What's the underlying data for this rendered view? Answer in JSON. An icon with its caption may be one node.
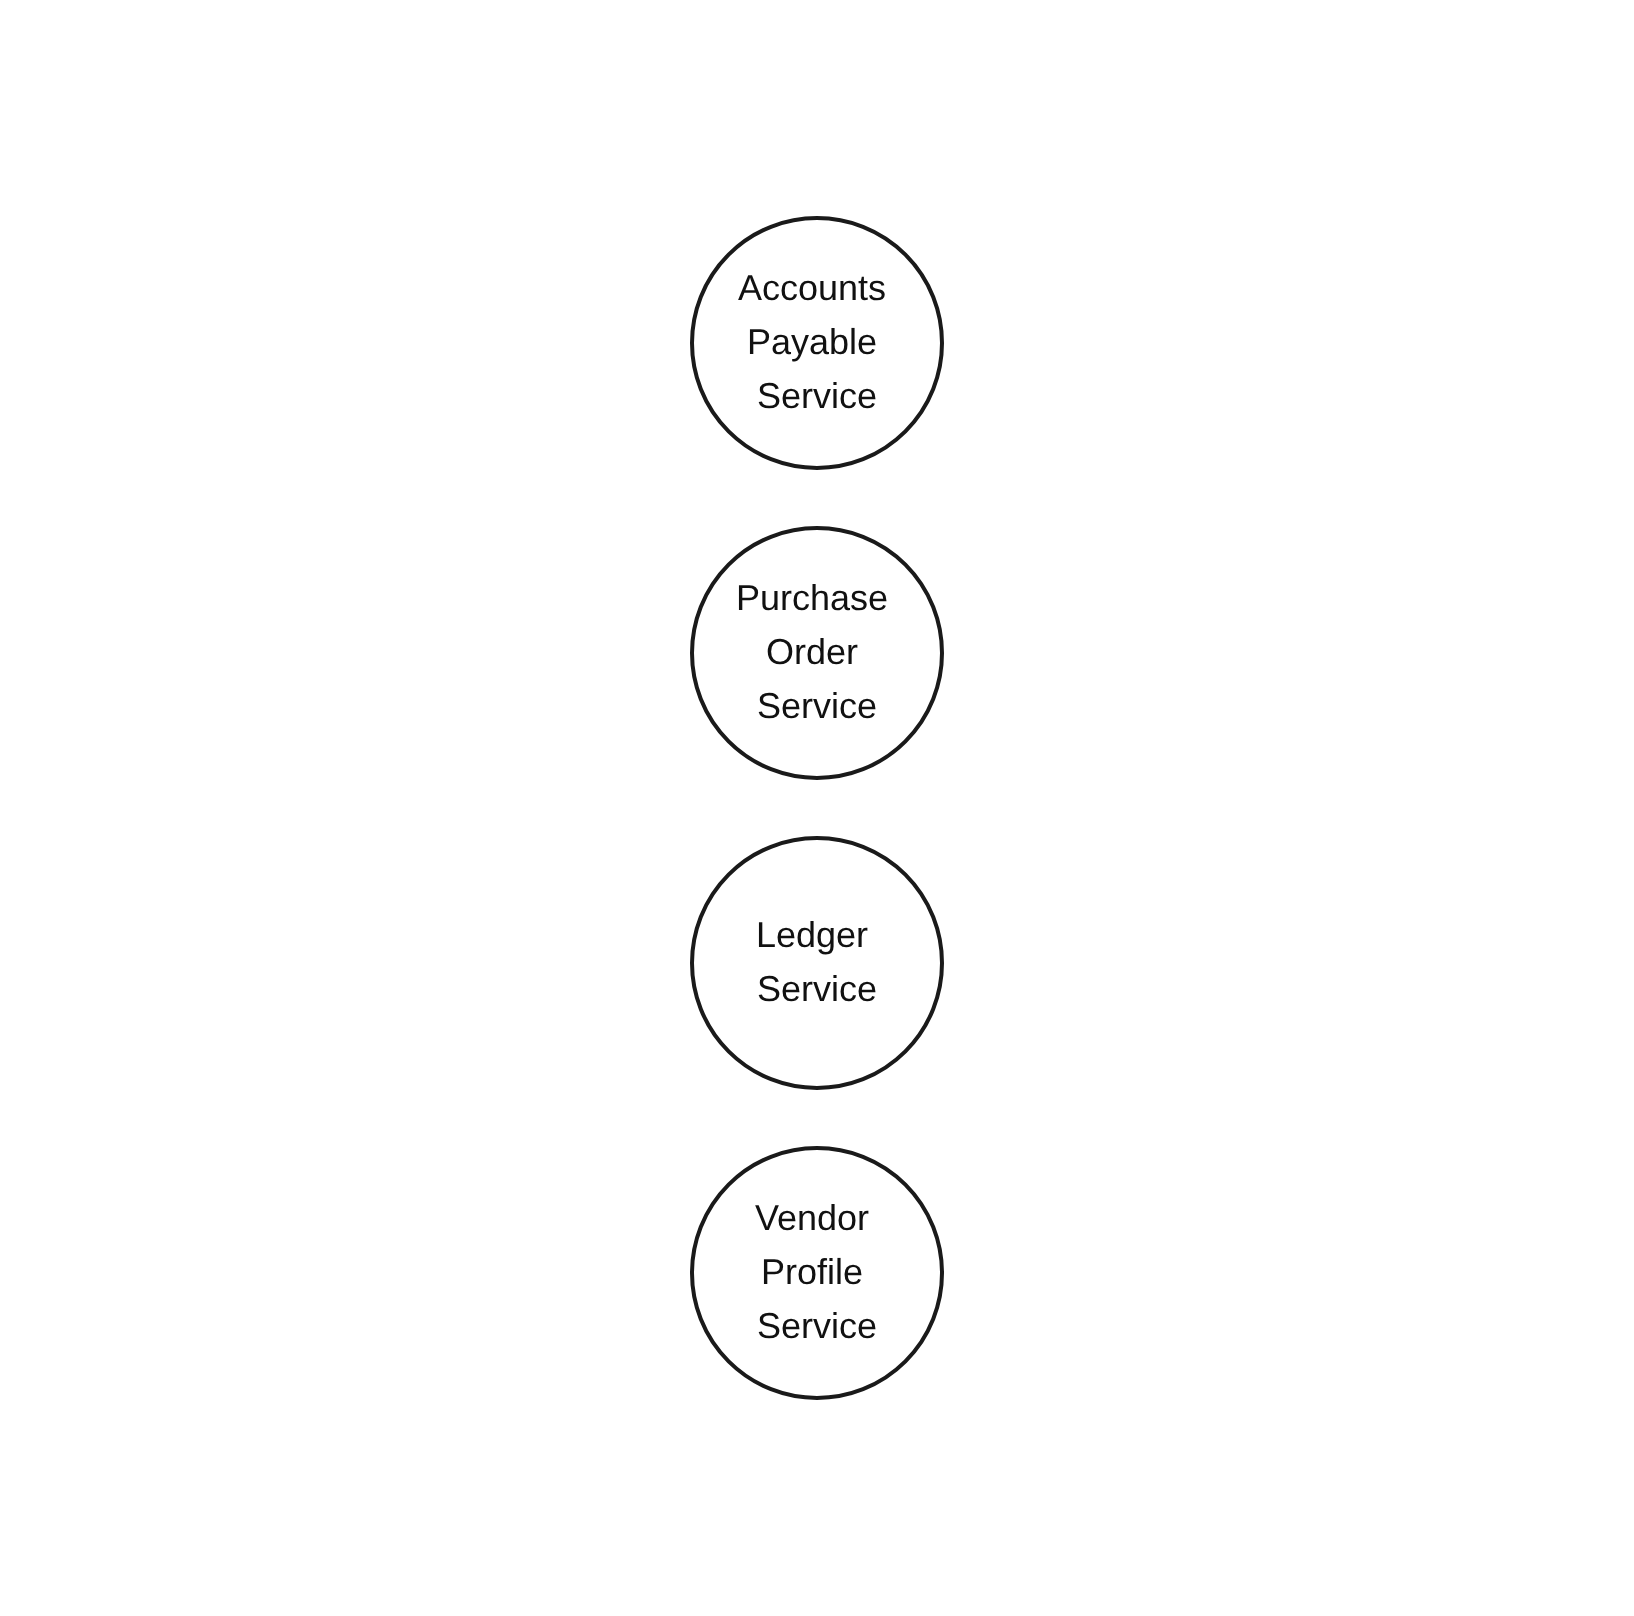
{
  "diagram": {
    "nodes": [
      {
        "text": [
          "Accounts Payable Service"
        ]
      },
      {
        "text": [
          "Purchase Order Service"
        ]
      },
      {
        "text": [
          "Ledger Service"
        ]
      },
      {
        "text": [
          "Vendor Profile Service"
        ]
      }
    ]
  }
}
